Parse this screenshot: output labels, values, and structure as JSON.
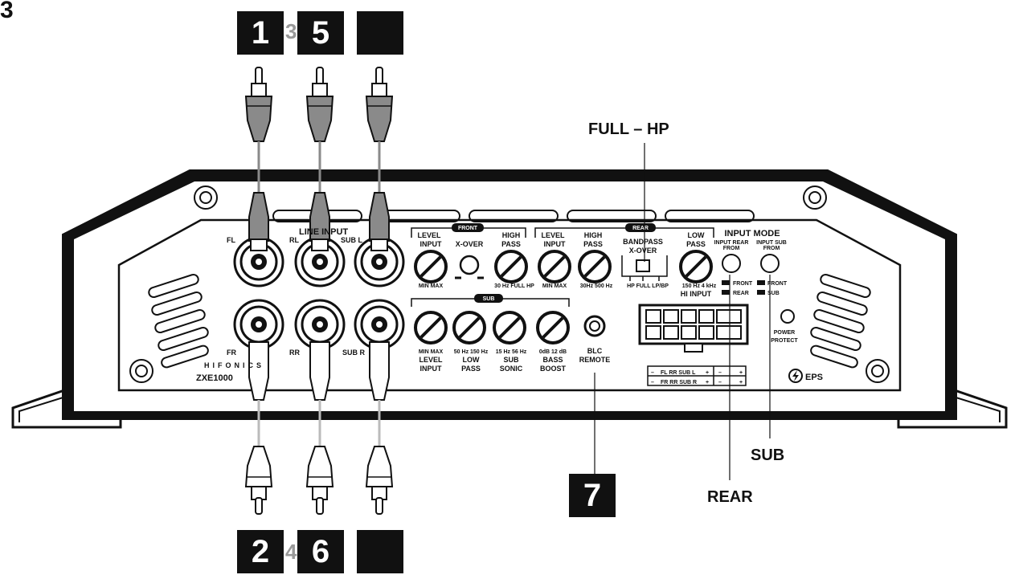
{
  "figure_number": "3",
  "badges": {
    "top": [
      "1",
      "5",
      ""
    ],
    "bottom": [
      "2",
      "6",
      ""
    ],
    "remote": "7",
    "top_partial": "3",
    "bottom_partial": "4"
  },
  "callouts": {
    "full_hp": "FULL – HP",
    "sub": "SUB",
    "rear": "REAR"
  },
  "panel": {
    "line_input": "LINE INPUT",
    "brand": "HIFONICS",
    "model": "ZXE1000",
    "rca_labels": [
      "FL",
      "RL",
      "SUB L",
      "FR",
      "RR",
      "SUB R"
    ],
    "front_header": "FRONT",
    "rear_header": "REAR",
    "sub_header": "SUB",
    "front_controls": {
      "level": [
        "LEVEL",
        "INPUT"
      ],
      "level_range": "MIN MAX",
      "xover": "X-OVER",
      "high_pass": [
        "HIGH",
        "PASS"
      ],
      "high_pass_range": "30 Hz FULL HP"
    },
    "rear_controls": {
      "level": [
        "LEVEL",
        "INPUT"
      ],
      "level_range": "MIN MAX",
      "high_pass": [
        "HIGH",
        "PASS"
      ],
      "high_pass_range": "30Hz 500 Hz",
      "bandpass": [
        "BANDPASS",
        "X-OVER"
      ],
      "bandpass_modes": "HP FULL LP/BP",
      "low_pass": [
        "LOW",
        "PASS"
      ],
      "low_pass_range": "150 Hz 4 kHz",
      "hi_input": "HI INPUT"
    },
    "input_mode": {
      "title": "INPUT MODE",
      "left_caption": [
        "INPUT REAR",
        "FROM"
      ],
      "right_caption": [
        "INPUT SUB",
        "FROM"
      ],
      "left_options": [
        "FRONT",
        "REAR"
      ],
      "right_options": [
        "FRONT",
        "SUB"
      ]
    },
    "sub_controls": {
      "level_range": "MIN MAX",
      "level": [
        "LEVEL",
        "INPUT"
      ],
      "low_pass_range": "50 Hz 150 Hz",
      "low_pass": [
        "LOW",
        "PASS"
      ],
      "subsonic_range": "15 Hz 56 Hz",
      "subsonic": [
        "SUB",
        "SONIC"
      ],
      "bass_boost_range": "0dB 12 dB",
      "bass_boost": [
        "BASS",
        "BOOST"
      ],
      "blc": [
        "BLC",
        "REMOTE"
      ]
    },
    "power_protect": [
      "POWER",
      "PROTECT"
    ],
    "eps": "EPS",
    "hi_input_table": {
      "row1": [
        "–",
        "FL RR SUB L",
        "+",
        "–",
        "+"
      ],
      "row2": [
        "–",
        "FR RR SUB R",
        "+",
        "–",
        "+"
      ]
    }
  },
  "colors": {
    "ink": "#111111",
    "paper": "#ffffff",
    "cable_gray": "#8a8a8a",
    "badge_bg": "#111111",
    "badge_fg": "#ffffff"
  }
}
